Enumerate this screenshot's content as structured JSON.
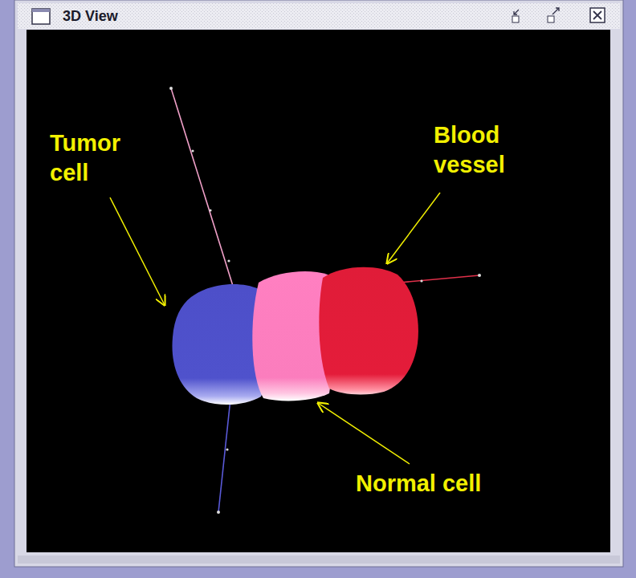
{
  "diagram": {
    "title": "3D View",
    "labels": [
      "Tumor cell",
      "Blood vessel",
      "Normal cell"
    ]
  }
}
